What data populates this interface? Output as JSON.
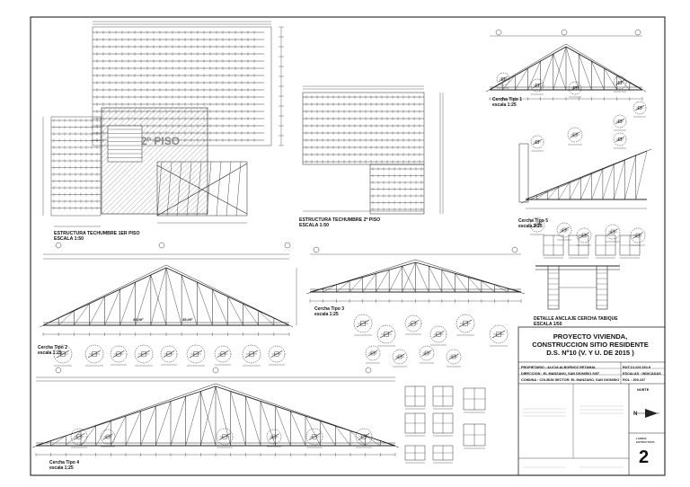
{
  "drawing": {
    "labels": {
      "plan_1": [
        "ESTRUCTURA TECHUMBRE 1ER PISO",
        "ESCALA 1:50"
      ],
      "plan_2": [
        "ESTRUCTURA TECHUMBRE 2º PISO",
        "ESCALA 1:50"
      ],
      "piso_tag": "2º PISO",
      "cercha_1": [
        "Cercha Tipo 1",
        "escala 1:25"
      ],
      "cercha_2": [
        "Cercha Tipo 2",
        "escala 1:25"
      ],
      "cercha_3": [
        "Cercha Tipo 3",
        "escala 1:25"
      ],
      "cercha_4": [
        "Cercha Tipo 4",
        "escala 1:25"
      ],
      "cercha_5": [
        "Cercha Tipo 5",
        "escala 1:25"
      ],
      "detalle": [
        "DETALLE ANCLAJE CERCHA TABIQUE",
        "ESCALA 1/50"
      ],
      "angles": [
        "45,00º",
        "45,00º"
      ]
    }
  },
  "title_block": {
    "project": [
      "PROYECTO VIVIENDA,",
      "CONSTRUCCION SITIO RESIDENTE",
      "D.S. Nº10 (V. Y U. DE 2015 )"
    ],
    "rows": [
      [
        "PROPIETARIO : ALICIA ALBORNOZ RETAMAL",
        "RUT:13.223.310-9"
      ],
      [
        "DIRECCION : EL MANZANO, SAN DIONISIO S/Nº",
        "ESCALAS : INDICADAS"
      ],
      [
        "COMUNA : COLBÚN SECTOR: EL MANZANO, SAN DIONISIO",
        "ROL : 209-237"
      ]
    ],
    "norte": "NORTE",
    "sheet_name": [
      "LAMINA",
      "ESTRUCTURA"
    ],
    "sheet_number": "2"
  }
}
